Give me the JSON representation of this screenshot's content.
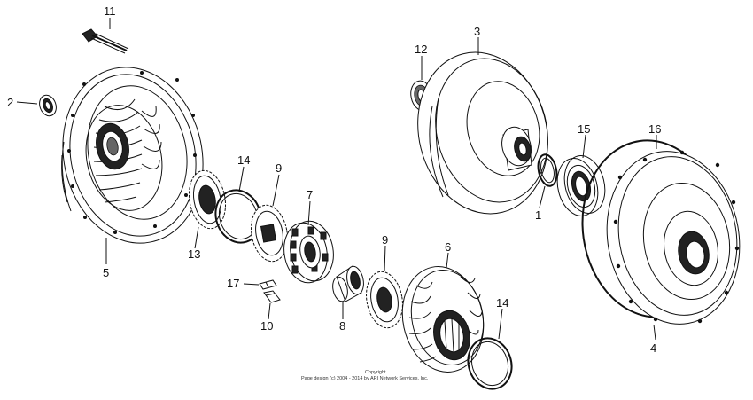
{
  "labels": {
    "p1": "1",
    "p2": "2",
    "p3": "3",
    "p4": "4",
    "p5": "5",
    "p6": "6",
    "p7": "7",
    "p8": "8",
    "p9a": "9",
    "p9b": "9",
    "p10": "10",
    "p11": "11",
    "p12": "12",
    "p13": "13",
    "p14a": "14",
    "p14b": "14",
    "p15": "15",
    "p16": "16",
    "p17": "17"
  },
  "copyright": {
    "line1": "Copyright",
    "line2": "Page design (c) 2004 - 2014 by ARI Network Services, Inc."
  }
}
